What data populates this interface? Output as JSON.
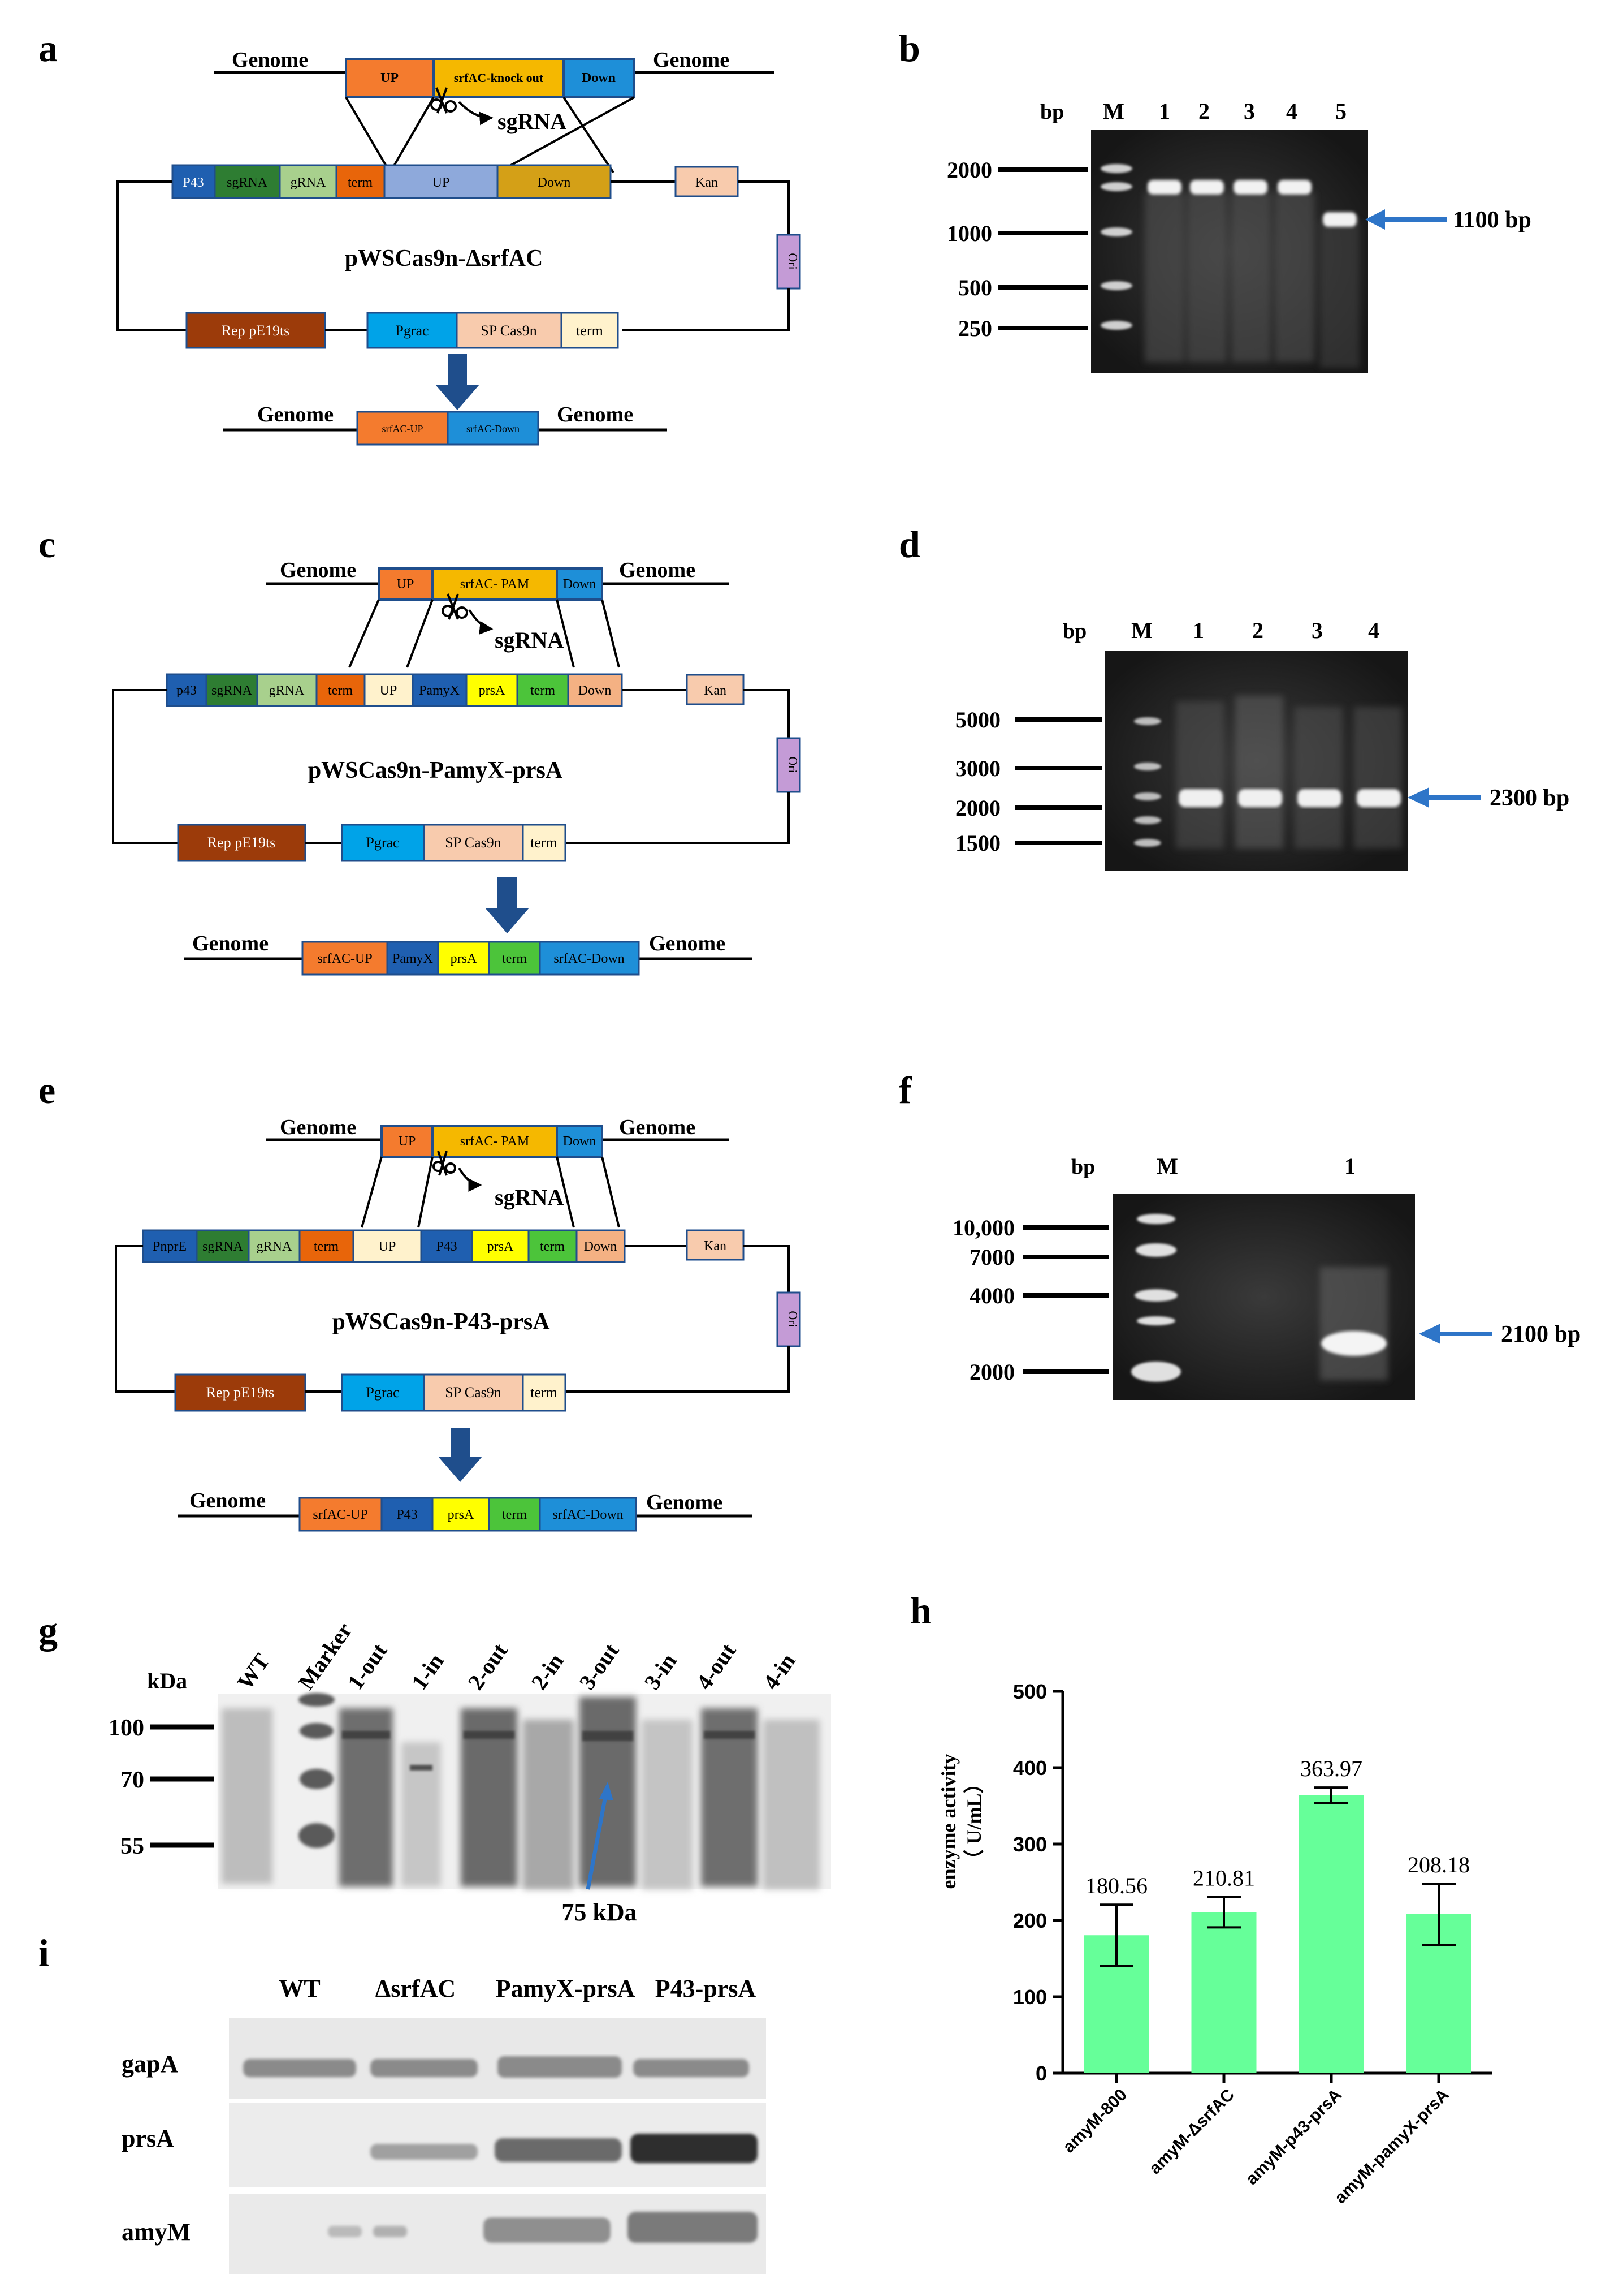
{
  "panels": {
    "a": {
      "letter": "a",
      "genome_left": "Genome",
      "genome_right": "Genome",
      "top_boxes": [
        "UP",
        "srfAC-knock out",
        "Down"
      ],
      "sgrna": "sgRNA",
      "plasmid_boxes": [
        "P43",
        "sgRNA",
        "gRNA",
        "term",
        "UP",
        "Down"
      ],
      "kan": "Kan",
      "ori": "Ori",
      "plasmid_name": "pWSCas9n-ΔsrfAC",
      "rep": "Rep pE19ts",
      "pgrac": "Pgrac",
      "cas": "SP Cas9n",
      "term2": "term",
      "result_genome_left": "Genome",
      "result_genome_right": "Genome",
      "result_boxes": [
        "srfAC-UP",
        "srfAC-Down"
      ]
    },
    "b": {
      "letter": "b",
      "bp": "bp",
      "lanes": [
        "M",
        "1",
        "2",
        "3",
        "4",
        "5"
      ],
      "ladder": [
        "2000",
        "1000",
        "500",
        "250"
      ],
      "arrow_label": "1100 bp"
    },
    "c": {
      "letter": "c",
      "genome_left": "Genome",
      "genome_right": "Genome",
      "top_boxes": [
        "UP",
        "srfAC- PAM",
        "Down"
      ],
      "sgrna": "sgRNA",
      "plasmid_boxes": [
        "p43",
        "sgRNA",
        "gRNA",
        "term",
        "UP",
        "PamyX",
        "prsA",
        "term",
        "Down"
      ],
      "kan": "Kan",
      "ori": "Ori",
      "plasmid_name": "pWSCas9n-PamyX-prsA",
      "rep": "Rep pE19ts",
      "pgrac": "Pgrac",
      "cas": "SP Cas9n",
      "term2": "term",
      "result_genome_left": "Genome",
      "result_genome_right": "Genome",
      "result_boxes": [
        "srfAC-UP",
        "PamyX",
        "prsA",
        "term",
        "srfAC-Down"
      ]
    },
    "d": {
      "letter": "d",
      "bp": "bp",
      "lanes": [
        "M",
        "1",
        "2",
        "3",
        "4"
      ],
      "ladder": [
        "5000",
        "3000",
        "2000",
        "1500"
      ],
      "arrow_label": "2300 bp"
    },
    "e": {
      "letter": "e",
      "genome_left": "Genome",
      "genome_right": "Genome",
      "top_boxes": [
        "UP",
        "srfAC- PAM",
        "Down"
      ],
      "sgrna": "sgRNA",
      "plasmid_boxes": [
        "PnprE",
        "sgRNA",
        "gRNA",
        "term",
        "UP",
        "P43",
        "prsA",
        "term",
        "Down"
      ],
      "kan": "Kan",
      "ori": "Ori",
      "plasmid_name": "pWSCas9n-P43-prsA",
      "rep": "Rep pE19ts",
      "pgrac": "Pgrac",
      "cas": "SP Cas9n",
      "term2": "term",
      "result_genome_left": "Genome",
      "result_genome_right": "Genome",
      "result_boxes": [
        "srfAC-UP",
        "P43",
        "prsA",
        "term",
        "srfAC-Down"
      ]
    },
    "f": {
      "letter": "f",
      "bp": "bp",
      "lanes": [
        "M",
        "1"
      ],
      "ladder": [
        "10,000",
        "7000",
        "4000",
        "2000"
      ],
      "arrow_label": "2100 bp"
    },
    "g": {
      "letter": "g",
      "unit": "kDa",
      "lanes": [
        "WT",
        "Marker",
        "1-out",
        "1-in",
        "2-out",
        "2-in",
        "3-out",
        "3-in",
        "4-out",
        "4-in"
      ],
      "ladder": [
        "100",
        "70",
        "55"
      ],
      "arrow_label": "75 kDa"
    },
    "h": {
      "letter": "h"
    },
    "i": {
      "letter": "i",
      "columns": [
        "WT",
        "ΔsrfAC",
        "PamyX-prsA",
        "P43-prsA"
      ],
      "rows": [
        "gapA",
        "prsA",
        "amyM"
      ]
    }
  },
  "chart_data": {
    "type": "bar",
    "categories": [
      "amyM-800",
      "amyM-ΔsrfAC",
      "amyM-p43-prsA",
      "amyM-pamyX-prsA"
    ],
    "values": [
      180.56,
      210.81,
      363.97,
      208.18
    ],
    "value_labels": [
      "180.56",
      "210.81",
      "363.97",
      "208.18"
    ],
    "errors": [
      40,
      20,
      10,
      40
    ],
    "ylabel": "enzyme activity\n（ U/mL）",
    "ylabel_lines": [
      "enzyme activity",
      "（ U/mL）"
    ],
    "ylim": [
      0,
      500
    ],
    "yticks": [
      "0",
      "100",
      "200",
      "300",
      "400",
      "500"
    ],
    "bar_color": "#66FF99"
  },
  "colors": {
    "orange": "#F47B2E",
    "gold": "#F5B800",
    "blue": "#1E8FD8",
    "lightblue": "#00A3E8",
    "darkgreen": "#2E7D32",
    "lightgreen": "#A8D08D",
    "darkorange": "#E8650A",
    "periwinkle": "#8EA9DB",
    "mustard": "#D4A017",
    "salmon": "#F4B183",
    "peach": "#F8CBAD",
    "cream": "#FFF2CC",
    "brown": "#9C3B0A",
    "purple": "#C49BD6",
    "yellow": "#FFFF00",
    "green": "#4CC43A",
    "navy": "#1F5FB0",
    "arrow": "#1F4E8C",
    "gel_arrow": "#2E75C8"
  }
}
